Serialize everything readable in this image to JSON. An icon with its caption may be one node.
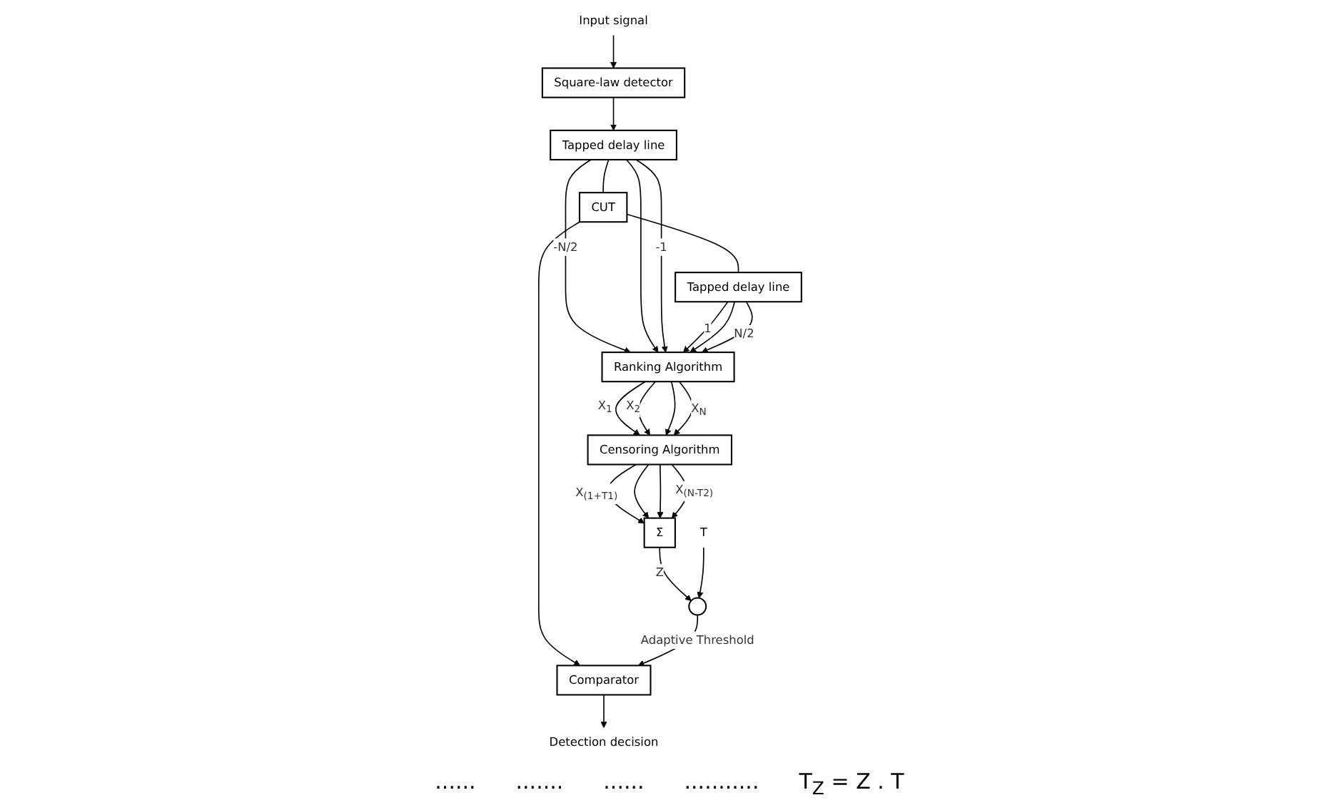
{
  "diagram": {
    "nodes": [
      {
        "text": [
          "Input signal"
        ]
      },
      {
        "text": [
          "Square-law detector"
        ]
      },
      {
        "text": [
          "Tapped delay line"
        ]
      },
      {
        "text": [
          "CUT"
        ]
      },
      {
        "text": [
          "Tapped delay line"
        ]
      },
      {
        "text": [
          "Comparator"
        ]
      },
      {
        "text": [
          "Detection decision"
        ]
      },
      {
        "text": [
          "Ranking Algorithm"
        ]
      },
      {
        "text": [
          "Censoring Algorithm"
        ]
      },
      {
        "text": [
          "Σ"
        ]
      },
      {
        "text": [],
        "shape": "circle"
      },
      {
        "text": [
          "T"
        ]
      }
    ],
    "edges": [
      {
        "from": 0,
        "to": 1,
        "arrow": "to"
      },
      {
        "from": 1,
        "to": 2,
        "arrow": "to"
      },
      {
        "from": 2,
        "to": 3,
        "arrow": "none"
      },
      {
        "from": 3,
        "to": 4,
        "arrow": "none"
      },
      {
        "from": 3,
        "to": 5,
        "arrow": "to"
      },
      {
        "from": 5,
        "to": 6,
        "arrow": "to"
      },
      {
        "from": 2,
        "to": 7,
        "arrow": "to",
        "label": "-N/2"
      },
      {
        "from": 2,
        "to": 7,
        "arrow": "to"
      },
      {
        "from": 2,
        "to": 7,
        "arrow": "to",
        "label": "-1"
      },
      {
        "from": 4,
        "to": 7,
        "arrow": "to",
        "label": "1"
      },
      {
        "from": 4,
        "to": 7,
        "arrow": "to"
      },
      {
        "from": 4,
        "to": 7,
        "arrow": "to",
        "label": "N/2"
      },
      {
        "from": 7,
        "to": 8,
        "arrow": "to",
        "label": "X$_{1}$"
      },
      {
        "from": 7,
        "to": 8,
        "arrow": "to",
        "label": "X$_{2}$"
      },
      {
        "from": 7,
        "to": 8,
        "arrow": "to"
      },
      {
        "from": 7,
        "to": 8,
        "arrow": "to",
        "label": "X$_{N}$"
      },
      {
        "from": 8,
        "to": 9,
        "arrow": "to",
        "label": "X$_{(1+T1)}$"
      },
      {
        "from": 8,
        "to": 9,
        "arrow": "to"
      },
      {
        "from": 8,
        "to": 9,
        "arrow": "to"
      },
      {
        "from": 8,
        "to": 9,
        "arrow": "to",
        "label": "X$_{(N-T2)}$"
      },
      {
        "from": 9,
        "to": 10,
        "arrow": "to",
        "label": "Z"
      },
      {
        "from": 11,
        "to": 10,
        "arrow": "to"
      },
      {
        "from": 10,
        "to": 5,
        "arrow": "to",
        "label": "Adaptive Threshold"
      }
    ],
    "labels": [
      "......",
      ".......",
      "......",
      "...........",
      "T$_{Z}$ = Z . T"
    ]
  }
}
